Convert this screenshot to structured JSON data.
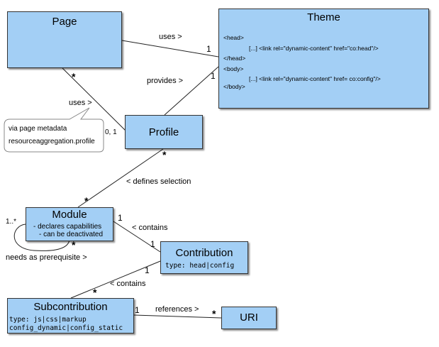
{
  "boxes": {
    "page": {
      "title": "Page"
    },
    "theme": {
      "title": "Theme",
      "code": [
        "<head>",
        "[...] <link rel=\"dynamic-content\" href=\"co:head\"/>",
        "</head>",
        "<body>",
        "[...] <link rel=\"dynamic-content\" href= co:config\"/>",
        "</body>"
      ]
    },
    "profile": {
      "title": "Profile"
    },
    "module": {
      "title": "Module",
      "lines": [
        "- declares capabilities",
        "- can be deactivated"
      ]
    },
    "contribution": {
      "title": "Contribution",
      "type": "type: head|config"
    },
    "subcontribution": {
      "title": "Subcontribution",
      "type_lines": [
        "type: js|css|markup",
        "config_dynamic|config_static"
      ]
    },
    "uri": {
      "title": "URI"
    }
  },
  "relations": {
    "page_theme": {
      "label": "uses >",
      "target_mult": "1"
    },
    "profile_theme": {
      "label": "provides >",
      "target_mult": "1"
    },
    "page_profile": {
      "label": "uses >",
      "source_mult": "*",
      "target_mult": "0, 1"
    },
    "profile_module": {
      "label": "< defines selection",
      "source_mult": "*",
      "target_mult": "*"
    },
    "module_self": {
      "label": "needs as prerequisite >",
      "start_mult": "1..*",
      "end_mult": "*"
    },
    "module_contribution": {
      "label": "< contains",
      "source_mult": "1",
      "target_mult": "1"
    },
    "contribution_sub": {
      "label": "< contains",
      "source_mult": "1",
      "target_mult": "*"
    },
    "sub_uri": {
      "label": "references >",
      "source_mult": "1",
      "target_mult": "*"
    }
  },
  "note": {
    "lines": [
      "via page metadata",
      "resourceaggregation.profile"
    ]
  }
}
